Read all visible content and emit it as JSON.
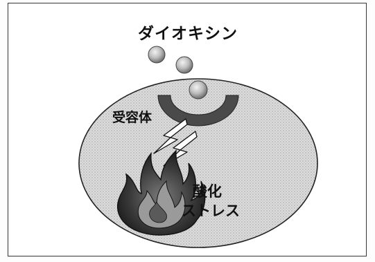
{
  "diagram": {
    "labels": {
      "dioxin": "ダイオキシン",
      "receptor": "受容体",
      "oxidative_line1": "酸化",
      "oxidative_line2": "ストレス"
    },
    "colors": {
      "cell_fill": "#d9d9d9",
      "cell_stroke": "#222222",
      "sphere_fill": "#bdbdbd",
      "receptor_fill": "#4a4a4a",
      "flame_fill": "#333333",
      "text": "#111111"
    },
    "icons": [
      "dioxin-molecule-icon",
      "receptor-icon",
      "lightning-bolt-icon",
      "flame-icon"
    ]
  }
}
